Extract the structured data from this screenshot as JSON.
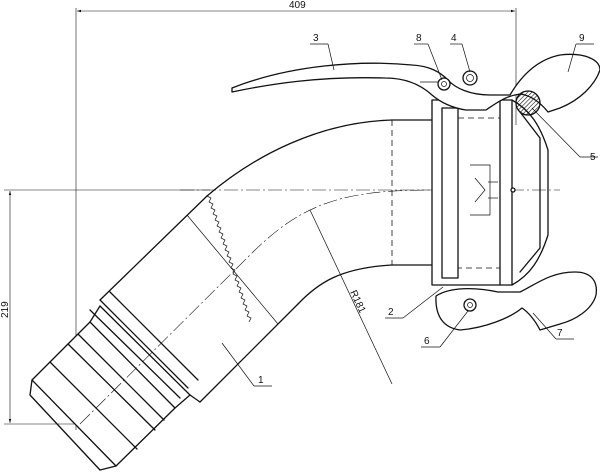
{
  "dimensions": {
    "width_label": "409",
    "height_label": "219",
    "radius_label": "R181"
  },
  "callouts": [
    {
      "label": "1"
    },
    {
      "label": "2"
    },
    {
      "label": "3"
    },
    {
      "label": "4"
    },
    {
      "label": "5"
    },
    {
      "label": "6"
    },
    {
      "label": "7"
    },
    {
      "label": "8"
    },
    {
      "label": "9"
    }
  ]
}
